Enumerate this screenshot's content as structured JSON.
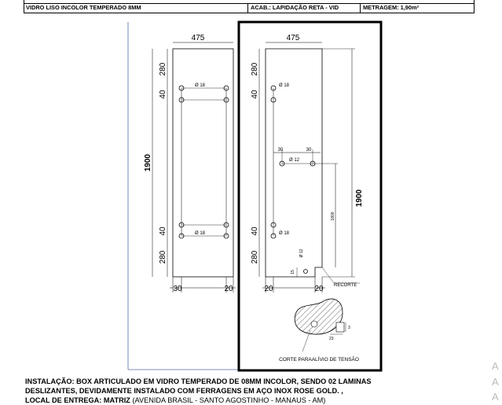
{
  "header": {
    "material": "VIDRO LISO INCOLOR TEMPERADO 8MM",
    "finish": "ACAB.: LAPIDAÇÃO RETA - VID",
    "area": "METRAGEM: 1,90m²"
  },
  "left_panel": {
    "width": "475",
    "height": "1900",
    "dim_top": "280",
    "dim_gap_top": "40",
    "hole_top": "Ø 18",
    "dim_gap_bottom": "40",
    "hole_bottom": "Ø 18",
    "dim_bottom": "280",
    "edge_left": "30",
    "edge_right": "20"
  },
  "right_panel": {
    "width": "475",
    "height": "1900",
    "dim_top": "280",
    "dim_gap_top": "40",
    "hole_top": "Ø 18",
    "dim_30a": "30",
    "dim_30b": "30",
    "hole_mid": "Ø 12",
    "dim_1800": "1800",
    "dim_gap_bottom": "40",
    "hole_bottom": "Ø 18",
    "hole_small": "Ø 12",
    "dim_15": "15",
    "dim_bottom": "280",
    "edge_left": "20",
    "edge_right": "20",
    "cutout_label": "RECORTE",
    "detail_dim_3": "3",
    "detail_dim_23": "23",
    "detail_label": "CORTE PARAALÍVIO DE TENSÃO"
  },
  "footer": {
    "line1": "INSTALAÇÃO: BOX ARTICULADO EM VIDRO TEMPERADO DE 08MM INCOLOR, SENDO 02 LAMINAS",
    "line2": "DESLIZANTES, DEVIDAMENTE INSTALADO COM FERRAGENS EM AÇO INOX ROSE GOLD. ,",
    "line3_bold": "LOCAL DE ENTREGA: MATRIZ",
    "line3_normal": " (AVENIDA BRASIL - SANTO AGOSTINHO - MANAUS - AM)"
  },
  "side": {
    "char1": "A",
    "char2": "A",
    "char3": "A"
  }
}
